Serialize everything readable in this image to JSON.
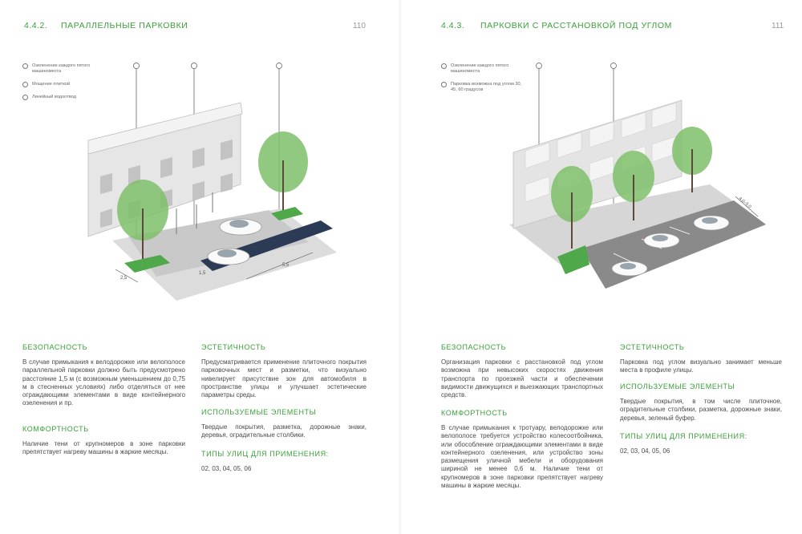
{
  "left": {
    "section_number": "4.4.2.",
    "section_title": "ПАРАЛЛЕЛЬНЫЕ ПАРКОВКИ",
    "page_number": "110",
    "legend": [
      "Озеленение каждого пятого машиноместа",
      "Мощение плиткой",
      "Линейный водоотвод"
    ],
    "dimension_labels": [
      "2,5",
      "1,5",
      "5,5"
    ],
    "safety": {
      "heading": "БЕЗОПАСНОСТЬ",
      "text": "В случае примыкания к велодорожке или велополосе параллельной парковки должно быть предусмотрено расстояние 1,5 м (с возможным уменьшением до 0,75 м в стесненных условиях) либо отделяться от нее ограждающими элементами в виде контейнерного озеленения и пр."
    },
    "comfort": {
      "heading": "КОМФОРТНОСТЬ",
      "text": "Наличие тени от крупномеров в зоне парковки препятствует нагреву машины в жаркие месяцы."
    },
    "aesthetics": {
      "heading": "ЭСТЕТИЧНОСТЬ",
      "text": "Предусматривается применение плиточного покрытия парковочных мест и разметки, что визуально нивелирует присутствие зон для автомобиля в пространстве улицы и улучшает эстетические параметры среды."
    },
    "elements": {
      "heading": "ИСПОЛЬЗУЕМЫЕ ЭЛЕМЕНТЫ",
      "text": "Твердые покрытия, разметка, дорожные знаки, деревья, оградительные столбики."
    },
    "street_types": {
      "heading": "ТИПЫ УЛИЦ ДЛЯ ПРИМЕНЕНИЯ:",
      "text": "02, 03, 04, 05, 06"
    }
  },
  "right": {
    "section_number": "4.4.3.",
    "section_title": "ПАРКОВКИ С РАССТАНОВКОЙ ПОД УГЛОМ",
    "page_number": "111",
    "legend": [
      "Озеленение каждого пятого машиноместа",
      "Парковка возможна под углом 30, 45, 60 градусов"
    ],
    "dimension_labels": [
      "4,0–5,0"
    ],
    "safety": {
      "heading": "БЕЗОПАСНОСТЬ",
      "text": "Организация парковки с расстановкой под углом возможна при невысоких скоростях движения транспорта по проезжей части и обеспечении видимости движущихся и выезжающих транспортных средств."
    },
    "comfort": {
      "heading": "КОМФОРТНОСТЬ",
      "text": "В случае примыкания к тротуару, велодорожке или велополосе требуется устройство колесоотбойника, или обособление ограждающими элементами в виде контейнерного озеленения, или устройство зоны размещения уличной мебели и оборудования шириной не менее 0,6 м. Наличие тени от крупномеров в зоне парковки препятствует нагреву машины в жаркие месяцы."
    },
    "aesthetics": {
      "heading": "ЭСТЕТИЧНОСТЬ",
      "text": "Парковка под углом визуально занимает меньше места в профиле улицы."
    },
    "elements": {
      "heading": "ИСПОЛЬЗУЕМЫЕ ЭЛЕМЕНТЫ",
      "text": "Твердые покрытия, в том числе плиточное, оградительные столбики, разметка, дорожные знаки, деревья, зеленый буфер."
    },
    "street_types": {
      "heading": "ТИПЫ УЛИЦ ДЛЯ ПРИМЕНЕНИЯ:",
      "text": "02, 03, 04, 05, 06"
    }
  },
  "colors": {
    "accent_green": "#3aa03a",
    "tree_green": "#7fbf6a",
    "asphalt": "#8a8a8a"
  }
}
